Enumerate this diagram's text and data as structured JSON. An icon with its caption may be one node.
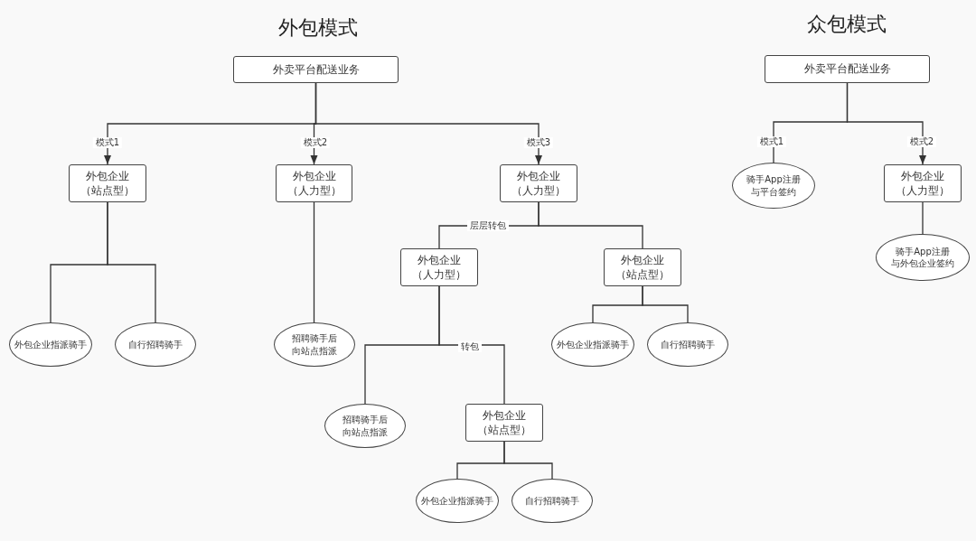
{
  "diagram": {
    "nodes": [
      {
        "text": [
          "外卖平台配送业务"
        ]
      },
      {
        "text": [
          "外包企业（站点型）"
        ]
      },
      {
        "text": [
          "外包企业（人力型）"
        ]
      },
      {
        "text": [
          "外包企业（人力型）"
        ]
      },
      {
        "text": [
          "外包企业指派骑手"
        ]
      },
      {
        "text": [
          "自行招聘骑手"
        ]
      },
      {
        "text": [
          "招聘骑手后向站点指派"
        ]
      },
      {
        "text": [
          "外包企业（人力型）"
        ]
      },
      {
        "text": [
          "外包企业（站点型）"
        ]
      },
      {
        "text": [
          "外包企业指派骑手"
        ]
      },
      {
        "text": [
          "自行招聘骑手"
        ]
      },
      {
        "text": [
          "招聘骑手后向站点指派"
        ]
      },
      {
        "text": [
          "外包企业（站点型）"
        ]
      },
      {
        "text": [
          "外包企业指派骑手"
        ]
      },
      {
        "text": [
          "自行招聘骑手"
        ]
      },
      {
        "text": [
          "外卖平台配送业务"
        ]
      },
      {
        "text": [
          "骑手App注册与平台签约"
        ]
      },
      {
        "text": [
          "外包企业（人力型）"
        ]
      },
      {
        "text": [
          "骑手App注册与外包企业签约"
        ]
      }
    ],
    "edges": [
      {
        "from": 0,
        "to": 1,
        "arrow": "to",
        "label": "模式1"
      },
      {
        "from": 0,
        "to": 2,
        "arrow": "to",
        "label": "模式2"
      },
      {
        "from": 0,
        "to": 3,
        "arrow": "to",
        "label": "模式3"
      },
      {
        "from": 1,
        "to": 4,
        "arrow": "none"
      },
      {
        "from": 1,
        "to": 5,
        "arrow": "none"
      },
      {
        "from": 2,
        "to": 6,
        "arrow": "none"
      },
      {
        "from": 3,
        "to": 7,
        "arrow": "none",
        "label": "层层转包"
      },
      {
        "from": 3,
        "to": 8,
        "arrow": "none"
      },
      {
        "from": 7,
        "to": 11,
        "arrow": "none"
      },
      {
        "from": 7,
        "to": 12,
        "arrow": "none",
        "label": "转包"
      },
      {
        "from": 8,
        "to": 9,
        "arrow": "none"
      },
      {
        "from": 8,
        "to": 10,
        "arrow": "none"
      },
      {
        "from": 12,
        "to": 13,
        "arrow": "none"
      },
      {
        "from": 12,
        "to": 14,
        "arrow": "none"
      },
      {
        "from": 15,
        "to": 16,
        "arrow": "none",
        "label": "模式1"
      },
      {
        "from": 15,
        "to": 17,
        "arrow": "to",
        "label": "模式2"
      },
      {
        "from": 17,
        "to": 18,
        "arrow": "none"
      }
    ],
    "labels": [
      "外包模式",
      "众包模式"
    ]
  }
}
